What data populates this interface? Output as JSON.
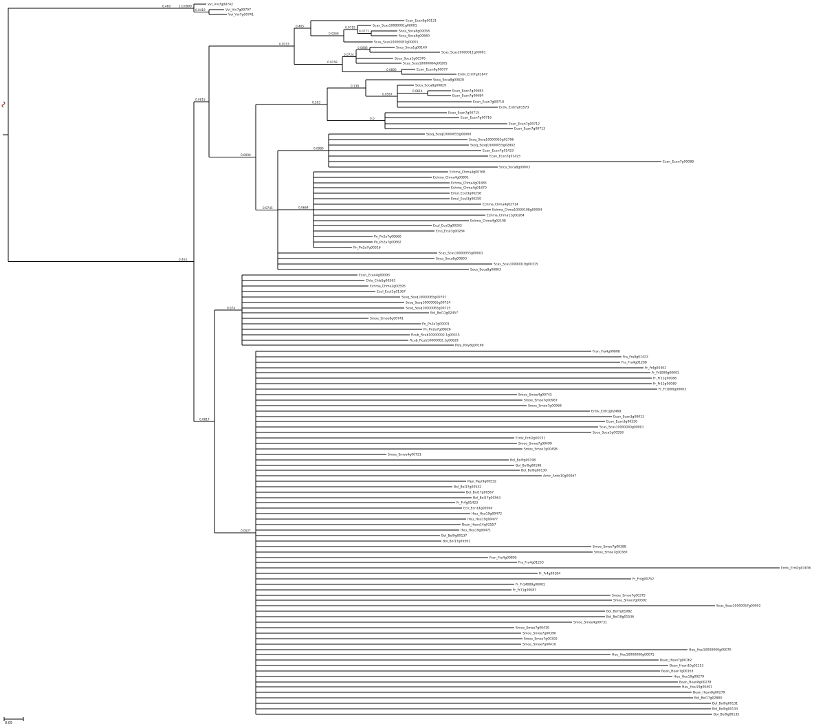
{
  "tree": {
    "scale_bar": {
      "label": "0.05"
    },
    "nodes": [
      {
        "id": "root",
        "sup": ""
      },
      {
        "id": "A",
        "parent": "root",
        "sup": "0.469"
      },
      {
        "id": "B",
        "parent": "root",
        "sup": "0.464"
      },
      {
        "id": "A1",
        "parent": "A",
        "sup": "1:0.0999"
      },
      {
        "id": "L1",
        "parent": "A1",
        "label": "Vvi_Vvi7g00742"
      },
      {
        "id": "A2",
        "parent": "A1",
        "sup": "0.0419"
      },
      {
        "id": "L2",
        "parent": "A2",
        "label": "Vvi_Vvi7g00797"
      },
      {
        "id": "L3",
        "parent": "A2",
        "label": "Vvi_Vvi7g00741"
      },
      {
        "id": "C",
        "parent": "B",
        "sup": "0.0815"
      },
      {
        "id": "D",
        "parent": "B",
        "sup": "0.0817"
      },
      {
        "id": "C1",
        "parent": "C",
        "sup": "0.0153"
      },
      {
        "id": "C2",
        "parent": "C",
        "sup": "0.0090"
      },
      {
        "id": "E",
        "parent": "C1",
        "sup": "0.405"
      },
      {
        "id": "E1",
        "parent": "E",
        "sup": "0.0269"
      },
      {
        "id": "L4",
        "parent": "E",
        "label": "Ecan_Ecan9g00121"
      },
      {
        "id": "E2",
        "parent": "E1",
        "sup": "0.0719"
      },
      {
        "id": "L5",
        "parent": "E2",
        "label": "Scas_Scas10000001g00001"
      },
      {
        "id": "E3",
        "parent": "E2",
        "sup": "0.0771"
      },
      {
        "id": "L6",
        "parent": "E3",
        "label": "Soca_Soca8g00058"
      },
      {
        "id": "L7",
        "parent": "E3",
        "label": "Soca_Soca8g00680"
      },
      {
        "id": "L8",
        "parent": "E1",
        "label": "Scas_Scas10000087g00001"
      },
      {
        "id": "E4",
        "parent": "C1",
        "sup": "0.0158"
      },
      {
        "id": "E5",
        "parent": "E4",
        "sup": "0.0724"
      },
      {
        "id": "E6",
        "parent": "E5",
        "sup": "0.0086"
      },
      {
        "id": "L9",
        "parent": "E6",
        "label": "Soca_Soca1g00149"
      },
      {
        "id": "L10",
        "parent": "E6",
        "label": "Scas_Scas10000011g00001"
      },
      {
        "id": "L11",
        "parent": "E5",
        "label": "Soca_Soca1g00376"
      },
      {
        "id": "L12",
        "parent": "E5",
        "label": "Scas_Scas10000084g00205"
      },
      {
        "id": "E7",
        "parent": "E4",
        "sup": "0.0806"
      },
      {
        "id": "L13",
        "parent": "E7",
        "label": "Ecan_Ecan9g00077"
      },
      {
        "id": "L14",
        "parent": "E7",
        "label": "Erdiv_Erdi7g01647"
      },
      {
        "id": "F",
        "parent": "C2",
        "sup": "0.203"
      },
      {
        "id": "F1",
        "parent": "F",
        "sup": "0.138"
      },
      {
        "id": "L15",
        "parent": "F1",
        "label": "Soca_Soca8g00828"
      },
      {
        "id": "F2",
        "parent": "F1",
        "sup": "0.0567"
      },
      {
        "id": "L16",
        "parent": "F2",
        "label": "Soca_Soca8g00829"
      },
      {
        "id": "F3",
        "parent": "F2",
        "sup": "0.0614"
      },
      {
        "id": "L17",
        "parent": "F3",
        "label": "Ecan_Ecan7g00683"
      },
      {
        "id": "L18",
        "parent": "F3",
        "label": "Ecan_Ecan7g00684"
      },
      {
        "id": "L19",
        "parent": "F2",
        "label": "Ecan_Ecan7g00718"
      },
      {
        "id": "L20",
        "parent": "F2",
        "label": "Erdiv_Erdi7g01573"
      },
      {
        "id": "F4",
        "parent": "F",
        "sup": "0.0"
      },
      {
        "id": "L21",
        "parent": "F4",
        "label": "Ecan_Ecan7g00715"
      },
      {
        "id": "L22",
        "parent": "F4",
        "label": "Ecan_Ecan7g00716"
      },
      {
        "id": "L23",
        "parent": "F4",
        "label": "Ecan_Ecan7g00712"
      },
      {
        "id": "L24",
        "parent": "F4",
        "label": "Ecan_Ecan7g00713"
      },
      {
        "id": "G",
        "parent": "C2",
        "sup": "0.0745"
      },
      {
        "id": "G1",
        "parent": "G",
        "sup": "0.0980"
      },
      {
        "id": "L25",
        "parent": "G1",
        "label": "Sesq_Sesq10000055g00060"
      },
      {
        "id": "L26",
        "parent": "G1",
        "label": "Sesq_Sesq10000055g02796"
      },
      {
        "id": "L27",
        "parent": "G1",
        "label": "Sesq_Sesq10000055g02802"
      },
      {
        "id": "L28",
        "parent": "G1",
        "label": "Ecan_Ecan7g01423"
      },
      {
        "id": "L29",
        "parent": "G1",
        "label": "Ecan_Ecan7g01425"
      },
      {
        "id": "L30",
        "parent": "G1",
        "label": "Ecan_Ecan7g00088"
      },
      {
        "id": "L31",
        "parent": "G1",
        "label": "Soca_Soca8g00603"
      },
      {
        "id": "G2",
        "parent": "G",
        "sup": "0.0664"
      },
      {
        "id": "L32",
        "parent": "G2",
        "label": "Echma_Chma4g00768"
      },
      {
        "id": "L33",
        "parent": "G2",
        "label": "Echma_Chma4g00801"
      },
      {
        "id": "L34",
        "parent": "G2",
        "label": "Echma_Chma4g01885"
      },
      {
        "id": "L35",
        "parent": "G2",
        "label": "Echma_Chma4g01870"
      },
      {
        "id": "L36",
        "parent": "G2",
        "label": "Emul_Ecul3g00258"
      },
      {
        "id": "L37",
        "parent": "G2",
        "label": "Emul_Ecul3g00259"
      },
      {
        "id": "L38",
        "parent": "G2",
        "label": "Echma_Chma4g02714"
      },
      {
        "id": "L39",
        "parent": "G2",
        "label": "Echma_Chma10000198g00004"
      },
      {
        "id": "L40",
        "parent": "G2",
        "label": "Echma_Chma11g00264"
      },
      {
        "id": "L41",
        "parent": "G2",
        "label": "Echma_Chma4g02108"
      },
      {
        "id": "L42",
        "parent": "G2",
        "label": "Ecul_Ecul3g00262"
      },
      {
        "id": "L43",
        "parent": "G2",
        "label": "Ecul_Ecul3g00264"
      },
      {
        "id": "L44",
        "parent": "G2",
        "label": "Pn_Pn2a7g00660"
      },
      {
        "id": "L45",
        "parent": "G2",
        "label": "Pn_Pn2a7g00662"
      },
      {
        "id": "L46",
        "parent": "G2",
        "label": "Pn_Pn2a7g00316"
      },
      {
        "id": "L47",
        "parent": "G",
        "label": "Scas_Scas10000055g00001"
      },
      {
        "id": "L48",
        "parent": "G",
        "label": "Soca_Soca8g00803"
      },
      {
        "id": "L49",
        "parent": "G",
        "label": "Scas_Scas10000019g00315"
      },
      {
        "id": "L50",
        "parent": "G",
        "label": "Soca_Soca8g00803"
      },
      {
        "id": "H",
        "parent": "D",
        "sup": "0.674"
      },
      {
        "id": "L51",
        "parent": "H",
        "label": "Ecan_Ecan4g00095"
      },
      {
        "id": "L52",
        "parent": "H",
        "label": "Chla_Chla5g00563"
      },
      {
        "id": "L53",
        "parent": "H",
        "label": "Echma_Chma2g00595"
      },
      {
        "id": "L54",
        "parent": "H",
        "label": "Ecul_Ecul1g01367"
      },
      {
        "id": "L55",
        "parent": "H",
        "label": "Sesq_Sesq10000065g00707"
      },
      {
        "id": "L56",
        "parent": "H",
        "label": "Sesq_Sesq10000065g00724"
      },
      {
        "id": "L57",
        "parent": "H",
        "label": "Sesq_Sesq10000065g00725"
      },
      {
        "id": "L58",
        "parent": "H",
        "label": "Bol_Bol11g02457"
      },
      {
        "id": "L59",
        "parent": "H",
        "label": "Smoe_Smoe8g00741"
      },
      {
        "id": "L60",
        "parent": "H",
        "label": "Pn_Pn2a7g00001"
      },
      {
        "id": "L61",
        "parent": "H",
        "label": "Pn_Pn2a7g00626"
      },
      {
        "id": "L62",
        "parent": "H",
        "label": "Rcub_Rcub10000002.1g00315"
      },
      {
        "id": "L63",
        "parent": "H",
        "label": "Rcub_Rcub10000002.1g00629"
      },
      {
        "id": "L64",
        "parent": "H",
        "label": "Poly_Poly8g00160"
      },
      {
        "id": "I",
        "parent": "D",
        "sup": "0.0527"
      },
      {
        "id": "L65",
        "parent": "I",
        "label": "Fran_Fra4g00808"
      },
      {
        "id": "L66",
        "parent": "I",
        "label": "Fra_Fra9g01423"
      },
      {
        "id": "L67",
        "parent": "I",
        "label": "Fra_Fra4g01208"
      },
      {
        "id": "L68",
        "parent": "I",
        "label": "Fr_Fr4g00302"
      },
      {
        "id": "L69",
        "parent": "I",
        "label": "Fr_Fr1000g00001"
      },
      {
        "id": "L70",
        "parent": "I",
        "label": "Fr_Fr11g00088"
      },
      {
        "id": "L71",
        "parent": "I",
        "label": "Fr_Fr11g00089"
      },
      {
        "id": "L72",
        "parent": "I",
        "label": "Fr_Fr1000g00003"
      },
      {
        "id": "L73",
        "parent": "I",
        "label": "Smoe_Smoe4g00742"
      },
      {
        "id": "L74",
        "parent": "I",
        "label": "Smoe_Smoe7g00967"
      },
      {
        "id": "L75",
        "parent": "I",
        "label": "Smoe_Smoe7g00968"
      },
      {
        "id": "L76",
        "parent": "I",
        "label": "Erdiv_Erdi1g02468"
      },
      {
        "id": "L77",
        "parent": "I",
        "label": "Ecan_Ecan3g00013"
      },
      {
        "id": "L78",
        "parent": "I",
        "label": "Ecan_Ecan3g00320"
      },
      {
        "id": "L79",
        "parent": "I",
        "label": "Scas_Scas10000040g00001"
      },
      {
        "id": "L80",
        "parent": "I",
        "label": "Soca_Soca1g00558"
      },
      {
        "id": "L81",
        "parent": "I",
        "label": "Erdiv_Erdi2g00151"
      },
      {
        "id": "L82",
        "parent": "I",
        "label": "Smoe_Smoe7g00499"
      },
      {
        "id": "L83",
        "parent": "I",
        "label": "Smoe_Smoe7g00498"
      },
      {
        "id": "L84",
        "parent": "I",
        "label": "Smoe_Smoe4g00721"
      },
      {
        "id": "L85",
        "parent": "I",
        "label": "Bol_Bol9g00198"
      },
      {
        "id": "L86",
        "parent": "I",
        "label": "Bol_Bol9g00198"
      },
      {
        "id": "L87",
        "parent": "I",
        "label": "Bol_Bol9g00130"
      },
      {
        "id": "L88",
        "parent": "I",
        "label": "Amtr_Amtr10g00067"
      },
      {
        "id": "L89",
        "parent": "I",
        "label": "Papi_Papi9g00532"
      },
      {
        "id": "L90",
        "parent": "I",
        "label": "Bol_Bol17g00532"
      },
      {
        "id": "L91",
        "parent": "I",
        "label": "Bol_Bol17g00567"
      },
      {
        "id": "L92",
        "parent": "I",
        "label": "Bol_Bol17g00563"
      },
      {
        "id": "L93",
        "parent": "I",
        "label": "Fr_Fr4g01423"
      },
      {
        "id": "L94",
        "parent": "I",
        "label": "Ecn_Ecn14g00004"
      },
      {
        "id": "L95",
        "parent": "I",
        "label": "Heu_Heu19g00472"
      },
      {
        "id": "L96",
        "parent": "I",
        "label": "Heu_Heu19g00477"
      },
      {
        "id": "L97",
        "parent": "I",
        "label": "Bean_Hean14g02557"
      },
      {
        "id": "L98",
        "parent": "I",
        "label": "Heu_Heu19g00471"
      },
      {
        "id": "L99",
        "parent": "I",
        "label": "Bol_Bol9g00137"
      },
      {
        "id": "L100",
        "parent": "I",
        "label": "Bol_Bol17g00561"
      },
      {
        "id": "L101",
        "parent": "I",
        "label": "Smoe_Smoe7g00388"
      },
      {
        "id": "L102",
        "parent": "I",
        "label": "Smoe_Smoe7g00387"
      },
      {
        "id": "L103",
        "parent": "I",
        "label": "Fran_Fra4g00805"
      },
      {
        "id": "L104",
        "parent": "I",
        "label": "Fra_Fra4g01233"
      },
      {
        "id": "L105",
        "parent": "I",
        "label": "Fr_Fr4g00184"
      },
      {
        "id": "L106",
        "parent": "I",
        "label": "Erdiv_Erdi2g03836"
      },
      {
        "id": "L107",
        "parent": "I",
        "label": "Fr_Fr4g00752"
      },
      {
        "id": "L108",
        "parent": "I",
        "label": "Fr_Fr14000g00001"
      },
      {
        "id": "L109",
        "parent": "I",
        "label": "Fr_Fr11g00087"
      },
      {
        "id": "L110",
        "parent": "I",
        "label": "Smoe_Smoe7g00375"
      },
      {
        "id": "L111",
        "parent": "I",
        "label": "Smoe_Smoe7g00392"
      },
      {
        "id": "L112",
        "parent": "I",
        "label": "Scas_Scas10000057g00002"
      },
      {
        "id": "L113",
        "parent": "I",
        "label": "Bol_Bol7g01082"
      },
      {
        "id": "L114",
        "parent": "I",
        "label": "Bol_Bol18g01536"
      },
      {
        "id": "L115",
        "parent": "I",
        "label": "Smoe_Smoe4g00731"
      },
      {
        "id": "L116",
        "parent": "I",
        "label": "Smoe_Smoe7g00419"
      },
      {
        "id": "L117",
        "parent": "I",
        "label": "Smoe_Smoe7g00390"
      },
      {
        "id": "L118",
        "parent": "I",
        "label": "Smoe_Smoe7g00392"
      },
      {
        "id": "L119",
        "parent": "I",
        "label": "Smoe_Smoe7g00410"
      },
      {
        "id": "L120",
        "parent": "I",
        "label": "Heu_Heu10000000g00070"
      },
      {
        "id": "L121",
        "parent": "I",
        "label": "Heu_Heu10000000g00071"
      },
      {
        "id": "L122",
        "parent": "I",
        "label": "Bean_Hean7g00162"
      },
      {
        "id": "L123",
        "parent": "I",
        "label": "Bean_Hean10g02153"
      },
      {
        "id": "L124",
        "parent": "I",
        "label": "Bean_Hean7g00163"
      },
      {
        "id": "L125",
        "parent": "I",
        "label": "Heu_Heu19g00279"
      },
      {
        "id": "L126",
        "parent": "I",
        "label": "Bean_Hean8g00278"
      },
      {
        "id": "L127",
        "parent": "I",
        "label": "Heu_Heu19g00401"
      },
      {
        "id": "L128",
        "parent": "I",
        "label": "Bean_Hean8g00279"
      },
      {
        "id": "L129",
        "parent": "I",
        "label": "Bol_Bol17g02880"
      },
      {
        "id": "L130",
        "parent": "I",
        "label": "Bol_Bol9g00131"
      },
      {
        "id": "L131",
        "parent": "I",
        "label": "Bol_Bol9g00133"
      },
      {
        "id": "L132",
        "parent": "I",
        "label": "Bol_Bol9g00135"
      }
    ]
  }
}
